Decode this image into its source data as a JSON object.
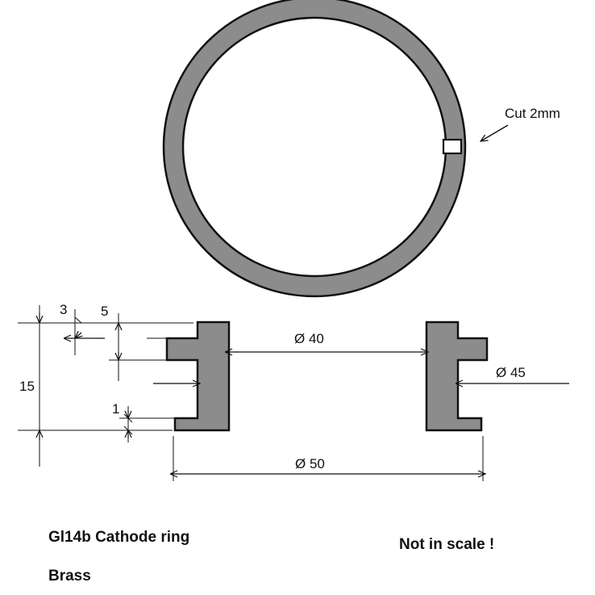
{
  "annotations": {
    "cut_label": "Cut 2mm",
    "dim_height": "15",
    "dim_step3": "3",
    "dim_step5": "5",
    "dim_step1": "1",
    "dia_40": "Ø 40",
    "dia_45": "Ø 45",
    "dia_50": "Ø 50"
  },
  "text": {
    "part_name": "Gl14b Cathode ring",
    "material": "Brass",
    "scale_note": "Not in scale !"
  },
  "colors": {
    "ring_fill": "#8c8c8c",
    "ink": "#111111"
  }
}
